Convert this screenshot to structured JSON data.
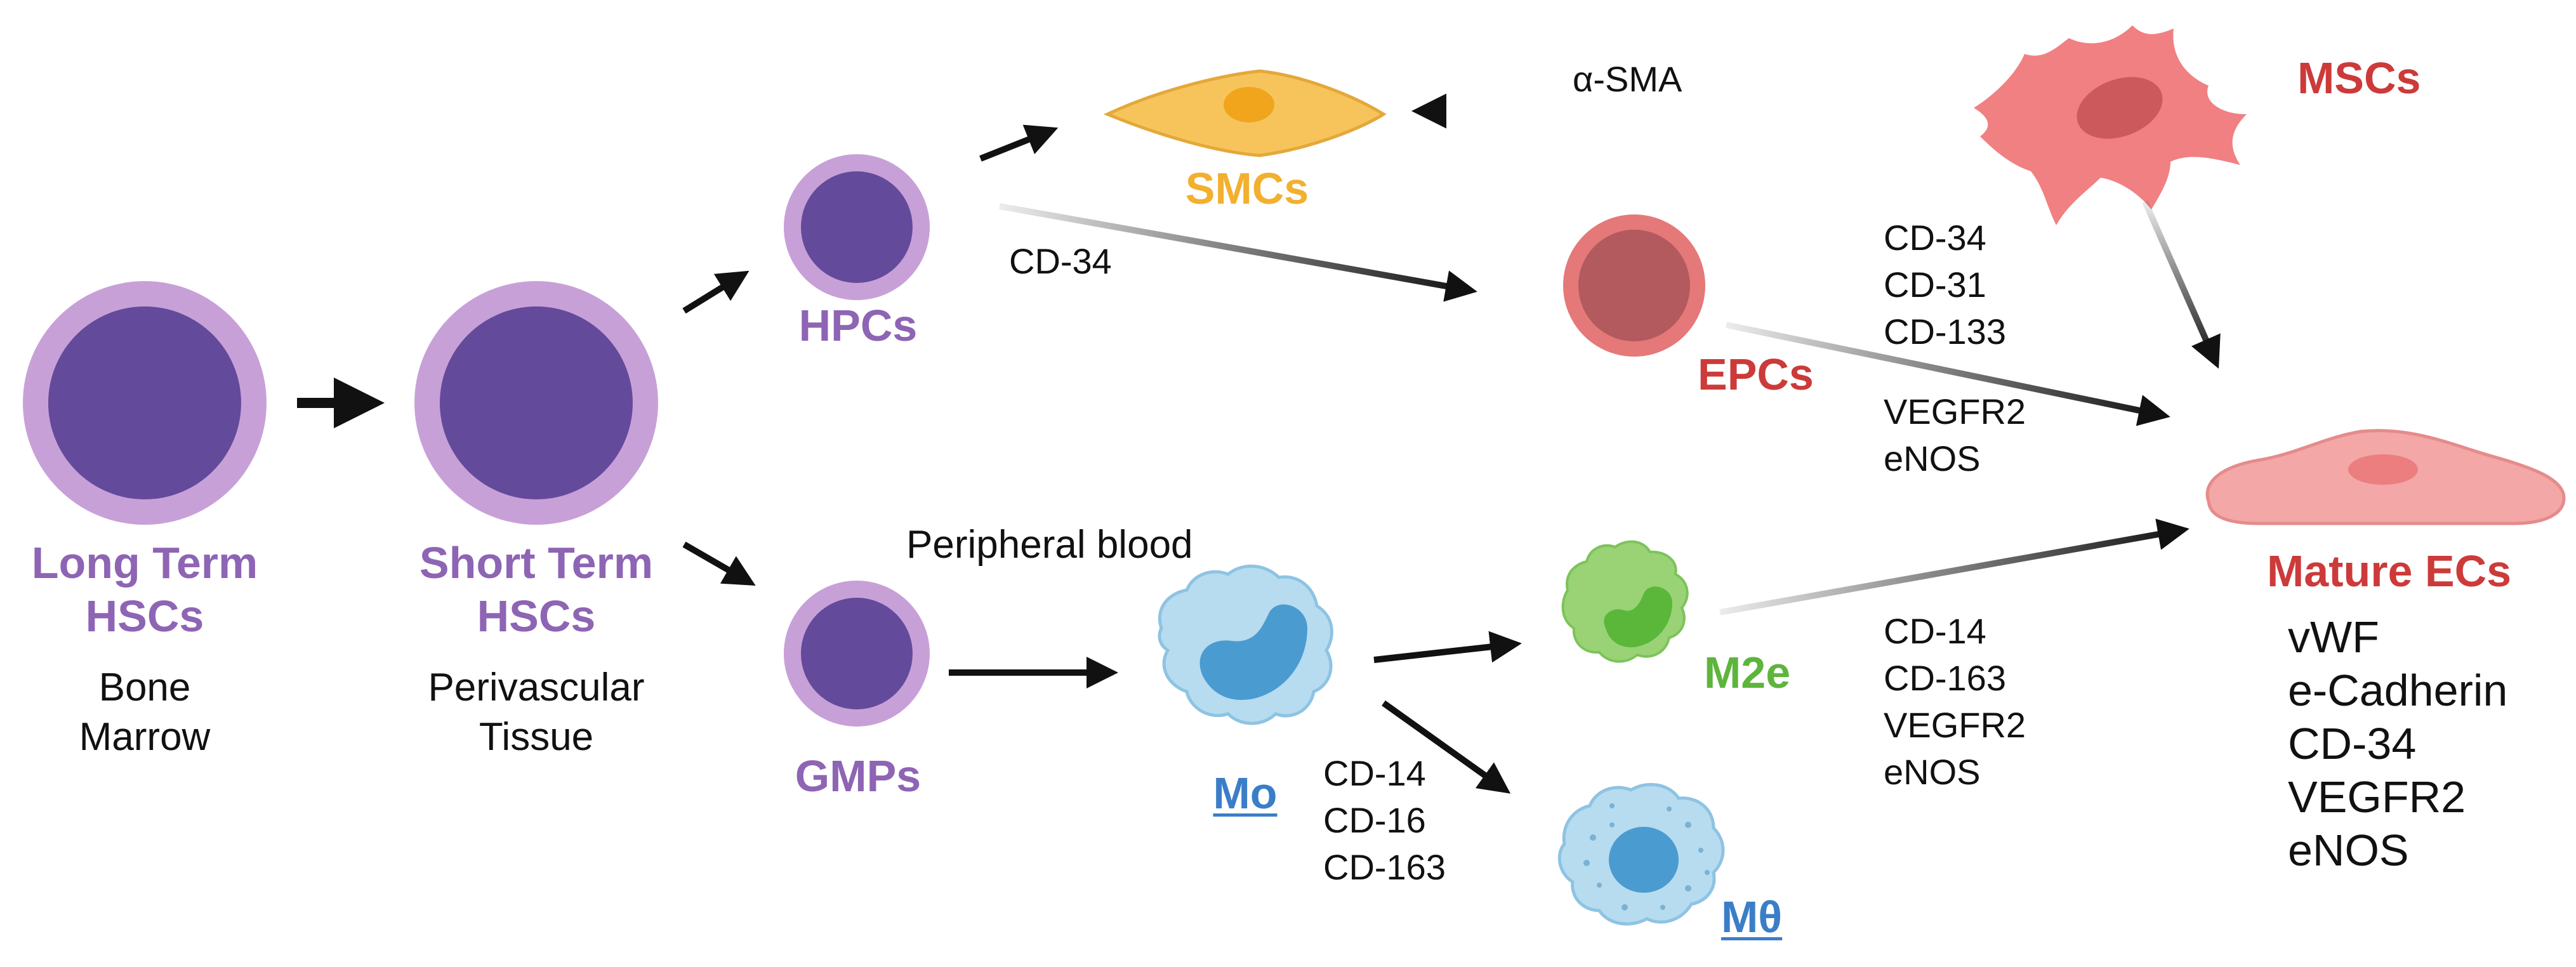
{
  "cells": {
    "lt_hsc": {
      "title": [
        "Long Term",
        "HSCs"
      ],
      "location": [
        "Bone",
        "Marrow"
      ]
    },
    "st_hsc": {
      "title": [
        "Short Term",
        "HSCs"
      ],
      "location": [
        "Perivascular",
        "Tissue"
      ]
    },
    "hpc": {
      "title": "HPCs"
    },
    "gmp": {
      "title": "GMPs"
    },
    "smc": {
      "title": "SMCs"
    },
    "epc": {
      "title": "EPCs"
    },
    "msc": {
      "title": "MSCs"
    },
    "mo": {
      "title": "Mo"
    },
    "m2e": {
      "title": "M2e"
    },
    "mtheta": {
      "title": "Mθ"
    },
    "mature_ec": {
      "title": "Mature ECs"
    }
  },
  "labels": {
    "alpha_sma": "α-SMA",
    "hpc_to_epc": "CD-34",
    "peripheral": "Peripheral blood",
    "epc_markers_a": [
      "CD-34",
      "CD-31",
      "CD-133"
    ],
    "epc_markers_b": [
      "VEGFR2",
      "eNOS"
    ],
    "m2e_markers": [
      "CD-14",
      "CD-163",
      "VEGFR2",
      "eNOS"
    ],
    "mo_markers": [
      "CD-14",
      "CD-16",
      "CD-163"
    ],
    "ec_markers": [
      "vWF",
      "e-Cadherin",
      "CD-34",
      "VEGFR2",
      "eNOS"
    ]
  },
  "colors": {
    "hsc_outer": "#c8a0d8",
    "hsc_inner": "#634a9b",
    "smc": "#f7c45c",
    "epc_outer": "#e57878",
    "epc_inner": "#b25a5e",
    "msc": "#f08082",
    "mo": "#b7dcef",
    "mo_nucleus": "#4a9bd0",
    "m2e": "#99d376",
    "m2e_nucleus": "#5ab73a",
    "ec": "#f3a7a7"
  }
}
